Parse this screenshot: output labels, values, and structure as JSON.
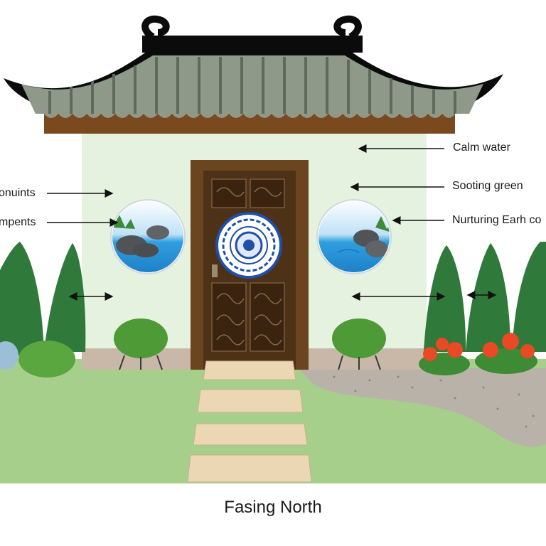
{
  "labels": {
    "calm_water": "Calm water",
    "soothing_green": "Sooting green",
    "nurturing_earth": "Nurturing Earh co",
    "left_upper": "onuints",
    "left_lower": "mpents"
  },
  "caption": "Fasing North",
  "colors": {
    "wall": "#e6f2e0",
    "roof_dark": "#0b0b0b",
    "roof_tile": "#8f998a",
    "roof_trim": "#7a4a1e",
    "door_frame": "#6b4420",
    "door_panel": "#4e3218",
    "lawn": "#a7cf8c",
    "gravel": "#b9b2a8",
    "path_stone": "#ecd7b4",
    "tree": "#2f7a3a",
    "shrub": "#4d9a36",
    "flower": "#e84a24",
    "water": "#2e9fe0",
    "medallion_blue": "#1f4fa8"
  },
  "icons": {
    "door_medallion": "blue-white-medallion-icon",
    "left_window": "water-rock-window-icon",
    "right_window": "water-rock-window-icon",
    "arrows": "arrow-icon"
  }
}
